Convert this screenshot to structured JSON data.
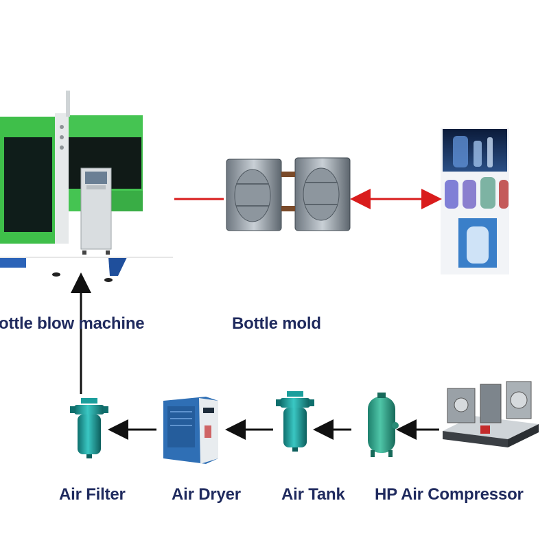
{
  "labels": {
    "blow_machine": "ottle blow machine",
    "bottle_mold": "Bottle mold",
    "air_filter": "Air Filter",
    "air_dryer": "Air Dryer",
    "air_tank": "Air Tank",
    "hp_compressor": "HP Air Compressor"
  },
  "colors": {
    "label_text": "#1f2a5e",
    "red_arrow": "#d91c1c",
    "black_arrow": "#111111",
    "machine_green": "#3fbf4a",
    "equipment_teal": "#1b9e9c",
    "dryer_blue": "#2f6fb5"
  },
  "icons": [
    "bottle-blow-machine",
    "bottle-mold",
    "bottle-samples",
    "air-filter",
    "air-dryer",
    "air-filter",
    "air-tank",
    "hp-air-compressor"
  ]
}
